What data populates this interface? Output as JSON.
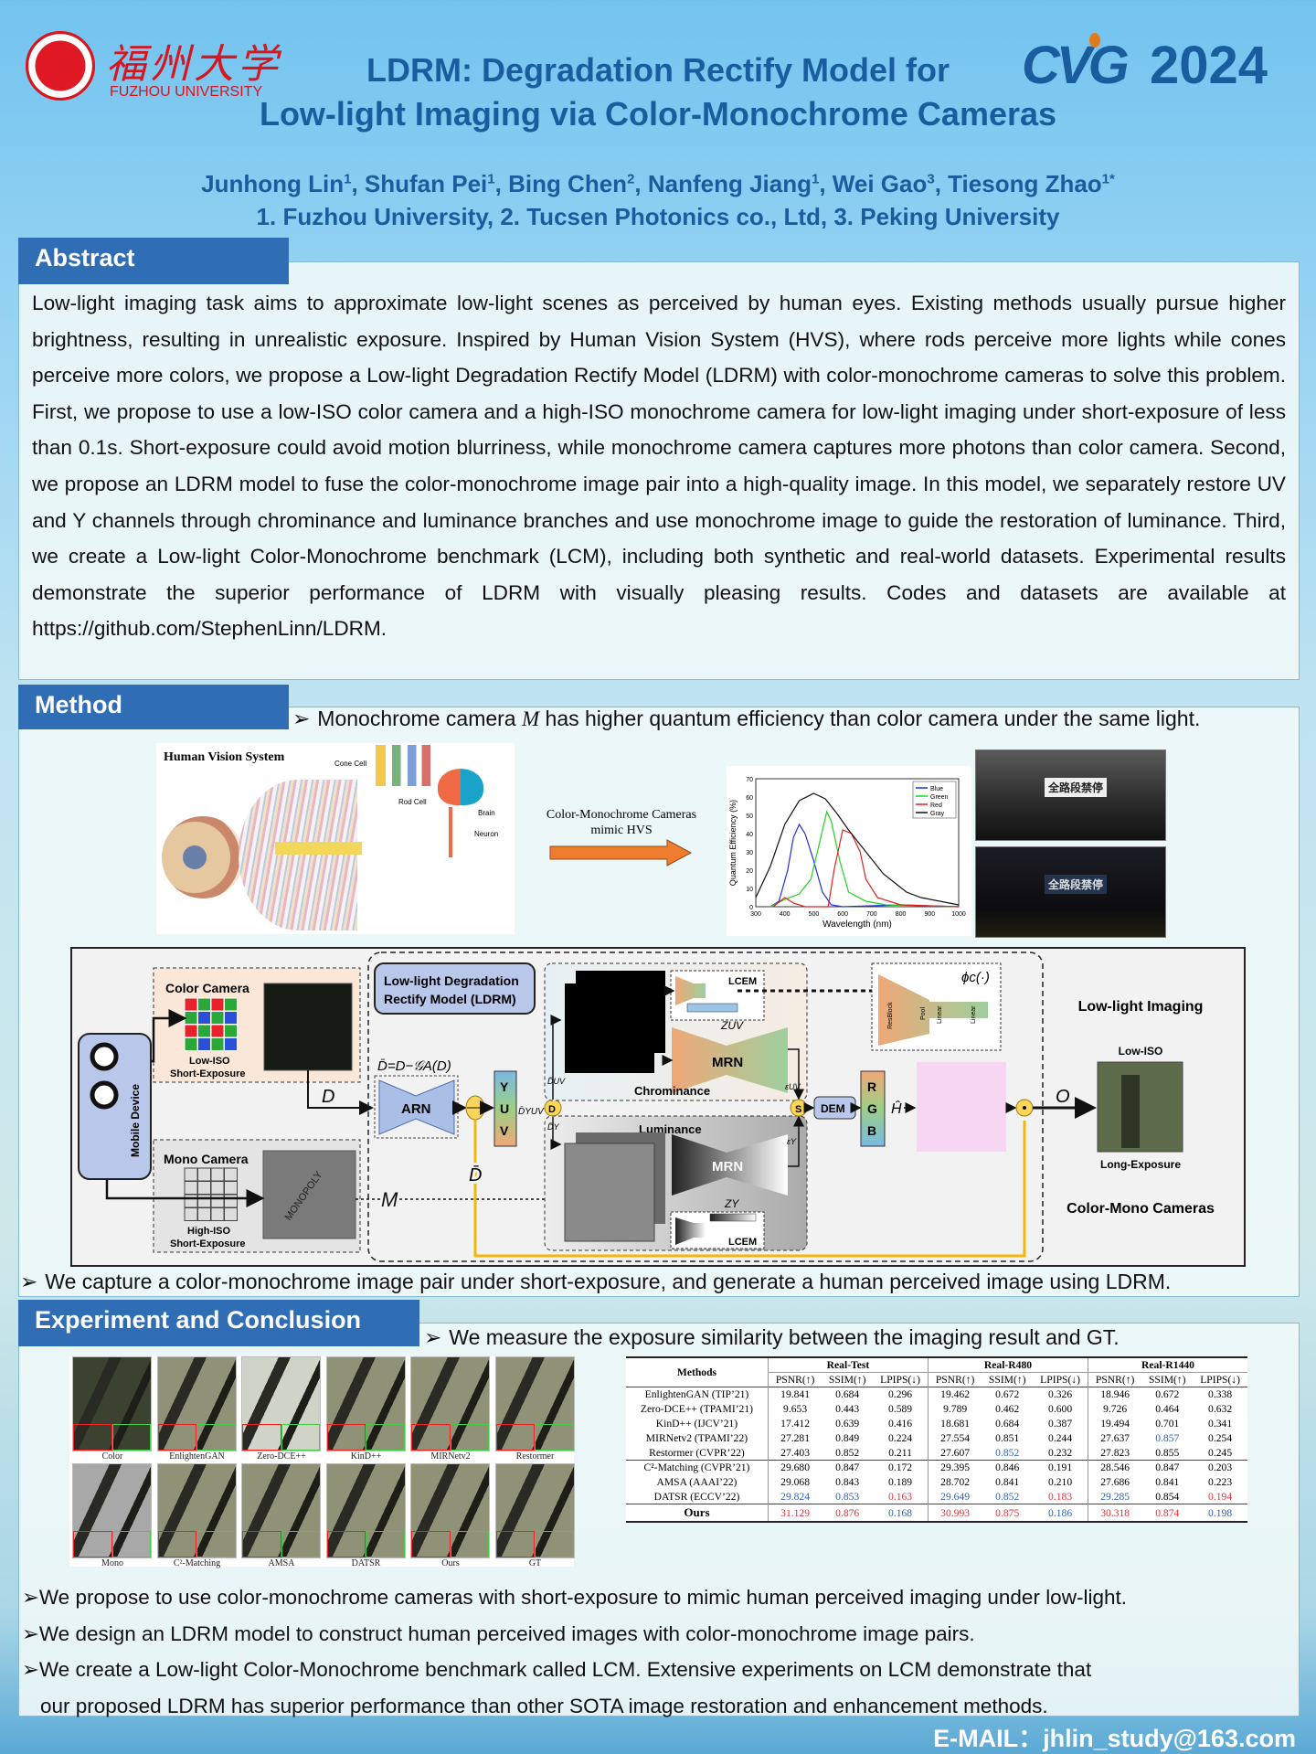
{
  "header": {
    "university_cn": "福州大学",
    "university_en": "FUZHOU UNIVERSITY",
    "title_line1": "LDRM: Degradation Rectify Model for",
    "title_line2": "Low-light Imaging via Color-Monochrome Cameras",
    "conf_logo": "CVG",
    "conf_year": "2024",
    "authors": [
      {
        "name": "Junhong Lin",
        "sup": "1"
      },
      {
        "name": "Shufan Pei",
        "sup": "1"
      },
      {
        "name": "Bing Chen",
        "sup": "2"
      },
      {
        "name": "Nanfeng Jiang",
        "sup": "1"
      },
      {
        "name": "Wei Gao",
        "sup": "3"
      },
      {
        "name": "Tiesong Zhao",
        "sup": "1*"
      }
    ],
    "affiliations": "1. Fuzhou University, 2. Tucsen Photonics co., Ltd, 3. Peking University"
  },
  "abstract": {
    "heading": "Abstract",
    "text": "Low-light imaging task aims to approximate low-light scenes as perceived by human eyes. Existing methods usually pursue higher brightness, resulting in unrealistic exposure. Inspired by Human Vision System (HVS), where rods perceive more lights while cones perceive more colors, we propose a Low-light Degradation Rectify Model (LDRM) with color-monochrome cameras to solve this problem. First, we propose to use a low-ISO color camera and a high-ISO monochrome camera for low-light imaging under short-exposure of less than 0.1s. Short-exposure could avoid motion blurriness, while monochrome camera captures more photons than color camera. Second, we propose an LDRM model to fuse the color-monochrome image pair into a high-quality image. In this model, we separately restore UV and Y channels through chrominance and luminance branches and use monochrome image to guide the restoration of luminance. Third, we create a Low-light Color-Monochrome benchmark (LCM), including both synthetic and real-world datasets. Experimental results demonstrate the superior performance of LDRM with visually pleasing results. Codes and datasets are available at https://github.com/StephenLinn/LDRM."
  },
  "method": {
    "heading": "Method",
    "bullet1_pre": "Monochrome camera ",
    "bullet1_var": "M",
    "bullet1_post": " has higher quantum efficiency than color camera under the same light.",
    "bullet2": "We capture a color-monochrome image pair under short-exposure, and generate a human perceived image using LDRM.",
    "hvs": {
      "title": "Human Vision System",
      "cone_cell": "Cone Cell",
      "rod_cell": "Rod Cell",
      "brain": "Brain",
      "neuron": "Neuron",
      "arrow_text_1": "Color-Monochrome Cameras",
      "arrow_text_2": "mimic HVS"
    },
    "sign_text": "全路段禁停",
    "diagram": {
      "mobile_device": "Mobile Device",
      "color_camera": "Color Camera",
      "low_iso": "Low-ISO",
      "short_exposure": "Short-Exposure",
      "mono_camera": "Mono Camera",
      "high_iso": "High-ISO",
      "ldrm_1": "Low-light Degradation",
      "ldrm_2": "Rectify Model (LDRM)",
      "formula": "D̄=D−𝒢A(D)",
      "d_label": "D",
      "m_label": "M",
      "dbar_label": "D̄",
      "arn": "ARN",
      "yuv": [
        "Y",
        "U",
        "V"
      ],
      "d_op": "D",
      "d_yuv": "D̄YUV",
      "d_uv": "D̄UV",
      "d_y": "D̄Y",
      "chrominance": "Chrominance",
      "luminance": "Luminance",
      "lcem": "LCEM",
      "mrn": "MRN",
      "z_uv": "ZUV",
      "z_y": "ZY",
      "eps_uv": "εUV",
      "eps_y": "εY",
      "s_op": "S",
      "dem": "DEM",
      "rgb": [
        "R",
        "G",
        "B"
      ],
      "h_hat": "Ĥ",
      "phi": "ϕc(·)",
      "resblock": "ResBlock",
      "pool": "Pool",
      "linear": "Linear",
      "o_label": "O",
      "low_light_imaging": "Low-light Imaging",
      "out_low_iso": "Low-ISO",
      "long_exposure": "Long-Exposure",
      "color_mono_cameras": "Color-Mono Cameras",
      "mono_text": "MONOPOLY"
    }
  },
  "experiment": {
    "heading": "Experiment and Conclusion",
    "bullet": "We measure the exposure similarity between the imaging result and GT.",
    "grid_labels": [
      "Color",
      "EnlightenGAN",
      "Zero-DCE++",
      "KinD++",
      "MIRNetv2",
      "Restormer",
      "Mono",
      "C²-Matching",
      "AMSA",
      "DATSR",
      "Ours",
      "GT"
    ],
    "table": {
      "methods_header": "Methods",
      "groups": [
        "Real-Test",
        "Real-R480",
        "Real-R1440"
      ],
      "metrics": [
        "PSNR(↑)",
        "SSIM(↑)",
        "LPIPS(↓)"
      ],
      "sections": [
        [
          {
            "method": "EnlightenGAN (TIP’21)",
            "values": [
              "19.841",
              "0.684",
              "0.296",
              "19.462",
              "0.672",
              "0.326",
              "18.946",
              "0.672",
              "0.338"
            ]
          },
          {
            "method": "Zero-DCE++ (TPAMI’21)",
            "values": [
              "9.653",
              "0.443",
              "0.589",
              "9.789",
              "0.462",
              "0.600",
              "9.726",
              "0.464",
              "0.632"
            ]
          },
          {
            "method": "KinD++ (IJCV’21)",
            "values": [
              "17.412",
              "0.639",
              "0.416",
              "18.681",
              "0.684",
              "0.387",
              "19.494",
              "0.701",
              "0.341"
            ]
          },
          {
            "method": "MIRNetv2 (TPAMI’22)",
            "values": [
              "27.281",
              "0.849",
              "0.224",
              "27.554",
              "0.851",
              "0.244",
              "27.637",
              "0.857",
              "0.254"
            ],
            "colors": [
              "",
              "",
              "",
              "",
              "",
              "",
              "",
              "blue",
              ""
            ]
          },
          {
            "method": "Restormer (CVPR’22)",
            "values": [
              "27.403",
              "0.852",
              "0.211",
              "27.607",
              "0.852",
              "0.232",
              "27.823",
              "0.855",
              "0.245"
            ],
            "colors": [
              "",
              "",
              "",
              "",
              "blue",
              "",
              "",
              "",
              ""
            ]
          }
        ],
        [
          {
            "method": "C²-Matching (CVPR’21)",
            "values": [
              "29.680",
              "0.847",
              "0.172",
              "29.395",
              "0.846",
              "0.191",
              "28.546",
              "0.847",
              "0.203"
            ]
          },
          {
            "method": "AMSA (AAAI’22)",
            "values": [
              "29.068",
              "0.843",
              "0.189",
              "28.702",
              "0.841",
              "0.210",
              "27.686",
              "0.841",
              "0.223"
            ]
          },
          {
            "method": "DATSR (ECCV’22)",
            "values": [
              "29.824",
              "0.853",
              "0.163",
              "29.649",
              "0.852",
              "0.183",
              "29.285",
              "0.854",
              "0.194"
            ],
            "colors": [
              "blue",
              "blue",
              "red",
              "blue",
              "blue",
              "red",
              "blue",
              "",
              "red"
            ]
          }
        ],
        [
          {
            "method": "Ours",
            "bold": true,
            "values": [
              "31.129",
              "0.876",
              "0.168",
              "30.993",
              "0.875",
              "0.186",
              "30.318",
              "0.874",
              "0.198"
            ],
            "colors": [
              "red",
              "red",
              "blue",
              "red",
              "red",
              "blue",
              "red",
              "red",
              "blue"
            ]
          }
        ]
      ]
    },
    "conclusions": [
      "We propose to use color-monochrome cameras with short-exposure to mimic human perceived imaging under low-light.",
      "We design an LDRM model to construct human perceived images with color-monochrome image pairs.",
      "We create a Low-light Color-Monochrome benchmark called LCM. Extensive experiments on LCM demonstrate that",
      "our proposed LDRM has superior performance than other SOTA image restoration and enhancement methods."
    ]
  },
  "footer": {
    "email": "E-MAIL：jhlin_study@163.com"
  },
  "colors": {
    "header_blue": "#2f6db5",
    "title_blue": "#1a5d9e",
    "best_red": "#e0323c",
    "second_blue": "#2f5fb0"
  },
  "chart_data": {
    "type": "line",
    "title": "",
    "xlabel": "Wavelength (nm)",
    "ylabel": "Quantum Efficiency (%)",
    "xlim": [
      300,
      1000
    ],
    "ylim": [
      0,
      70
    ],
    "xticks": [
      300,
      400,
      500,
      600,
      700,
      800,
      900,
      1000
    ],
    "yticks": [
      0,
      10,
      20,
      30,
      40,
      50,
      60,
      70
    ],
    "legend": "top-right",
    "series": [
      {
        "name": "Blue",
        "color": "#1f2fe0",
        "x": [
          350,
          380,
          410,
          430,
          450,
          470,
          500,
          530,
          560,
          600,
          800,
          1000
        ],
        "y": [
          0,
          3,
          20,
          38,
          45,
          40,
          25,
          8,
          1,
          0,
          1,
          0
        ]
      },
      {
        "name": "Green",
        "color": "#1fd21f",
        "x": [
          350,
          400,
          450,
          490,
          520,
          545,
          560,
          590,
          620,
          680,
          750,
          1000
        ],
        "y": [
          0,
          4,
          7,
          15,
          35,
          52,
          47,
          25,
          8,
          3,
          1,
          0
        ]
      },
      {
        "name": "Red",
        "color": "#e02020",
        "x": [
          360,
          400,
          430,
          470,
          550,
          570,
          600,
          630,
          660,
          680,
          720,
          800,
          1000
        ],
        "y": [
          0,
          5,
          2,
          0,
          0,
          20,
          42,
          40,
          30,
          15,
          5,
          1,
          0
        ]
      },
      {
        "name": "Gray",
        "color": "#111111",
        "x": [
          300,
          350,
          400,
          450,
          500,
          540,
          580,
          620,
          680,
          740,
          780,
          820,
          870,
          1000
        ],
        "y": [
          5,
          22,
          45,
          58,
          62,
          59,
          51,
          42,
          30,
          18,
          13,
          8,
          5,
          1
        ]
      }
    ]
  }
}
